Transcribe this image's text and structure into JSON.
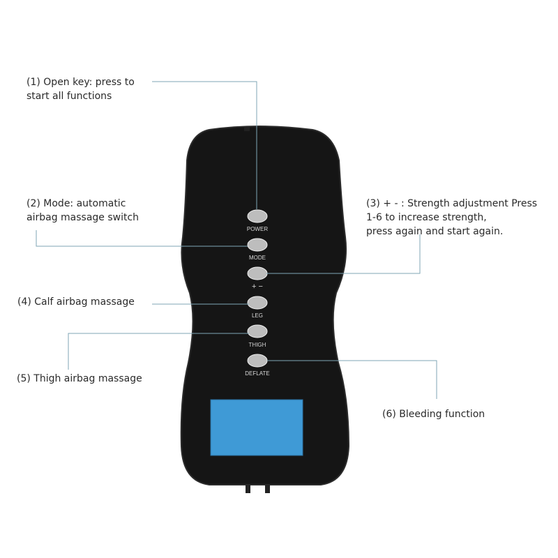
{
  "annotations": [
    {
      "line1": "(1) Open key: press to",
      "line2": "start all functions"
    },
    {
      "line1": "(2) Mode: automatic",
      "line2": "airbag massage switch"
    },
    {
      "line1": "(3) + - : Strength adjustment Press",
      "line2": "1-6 to increase strength,",
      "line3": "press again and start again."
    },
    {
      "line1": "(4) Calf airbag massage"
    },
    {
      "line1": "(5) Thigh airbag massage"
    },
    {
      "line1": "(6) Bleeding function"
    }
  ],
  "buttons": [
    "POWER",
    "MODE",
    "+ −",
    "LEG",
    "THIGH",
    "DEFLATE"
  ],
  "colors": {
    "leader": "#7fa6b6",
    "body": "#131313",
    "screen": "#3f9ad6"
  }
}
